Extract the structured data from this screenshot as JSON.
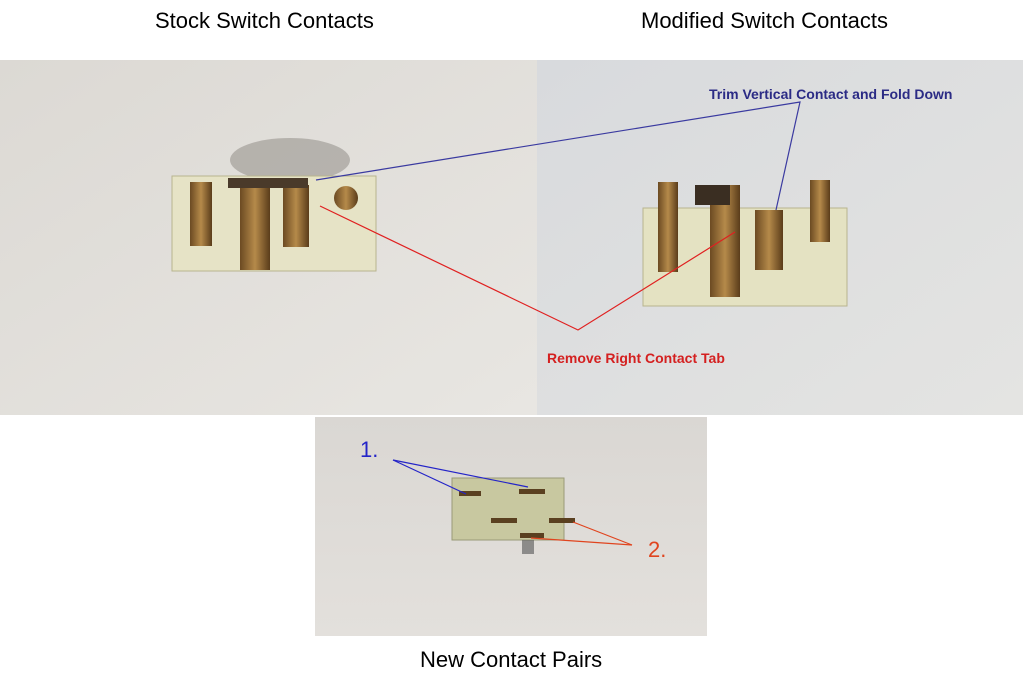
{
  "panels": {
    "stock": {
      "title": "Stock Switch Contacts"
    },
    "modified": {
      "title": "Modified Switch Contacts"
    },
    "new_pairs": {
      "title": "New Contact Pairs"
    }
  },
  "annotations": {
    "trim": {
      "text": "Trim Vertical Contact and Fold Down",
      "color": "#2b2b85"
    },
    "remove": {
      "text": "Remove Right Contact Tab",
      "color": "#d42020"
    },
    "pair1": {
      "text": "1.",
      "color": "#2424c8"
    },
    "pair2": {
      "text": "2.",
      "color": "#e0441e"
    }
  }
}
